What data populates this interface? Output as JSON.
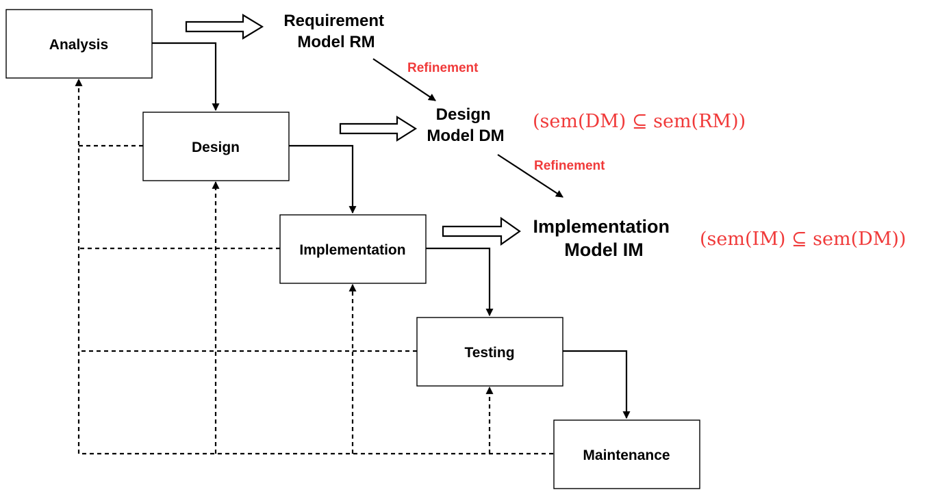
{
  "stages": {
    "analysis": "Analysis",
    "design": "Design",
    "implementation": "Implementation",
    "testing": "Testing",
    "maintenance": "Maintenance"
  },
  "models": {
    "requirement": [
      "Requirement",
      "Model RM"
    ],
    "design": [
      "Design",
      "Model DM"
    ],
    "implementation": [
      "Implementation",
      "Model IM"
    ]
  },
  "refinement_label": "Refinement",
  "formulas": {
    "design": "(sem(DM) ⊆ sem(RM))",
    "implementation": "(sem(IM) ⊆ sem(DM))"
  },
  "colors": {
    "accent": "#f03a3a",
    "line": "#000000",
    "box_fill": "#ffffff"
  }
}
